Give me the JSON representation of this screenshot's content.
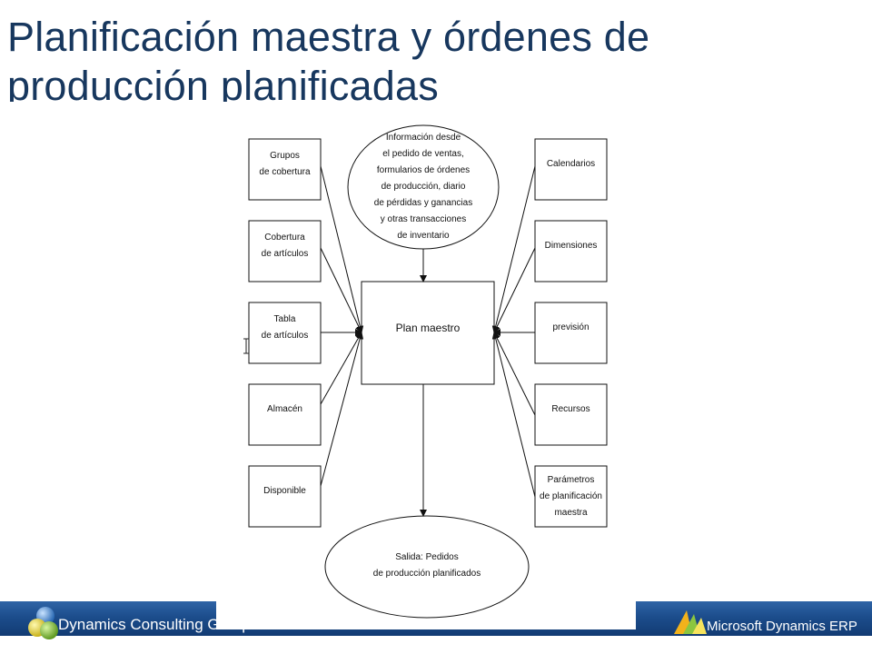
{
  "slide": {
    "title_line1": "Planificación maestra y órdenes de",
    "title_line2": "producción planificadas"
  },
  "diagram": {
    "top_ellipse": [
      "Información desde",
      "el pedido de ventas,",
      "formularios de órdenes",
      "de producción, diario",
      "de pérdidas y ganancias",
      "y otras transacciones",
      "de inventario"
    ],
    "center_box": "Plan maestro",
    "left_boxes": [
      [
        "Grupos",
        "de cobertura"
      ],
      [
        "Cobertura",
        "de artículos"
      ],
      [
        "Tabla",
        "de artículos"
      ],
      [
        "Almacén"
      ],
      [
        "Disponible"
      ]
    ],
    "right_boxes": [
      [
        "Calendarios"
      ],
      [
        "Dimensiones"
      ],
      [
        "previsión"
      ],
      [
        "Recursos"
      ],
      [
        "Parámetros",
        "de planificación",
        "maestra"
      ]
    ],
    "bottom_ellipse": [
      "Salida: Pedidos",
      "de producción planificados"
    ]
  },
  "footer": {
    "company": "Dynamics Consulting Group",
    "brand": "Microsoft Dynamics ERP"
  },
  "colors": {
    "title": "#17375e",
    "footer_bar": "#1c4d8c",
    "diagram_line": "#111111"
  },
  "icons": [
    "consulting-orbs-logo-icon",
    "microsoft-dynamics-logo-icon",
    "text-cursor-icon"
  ]
}
